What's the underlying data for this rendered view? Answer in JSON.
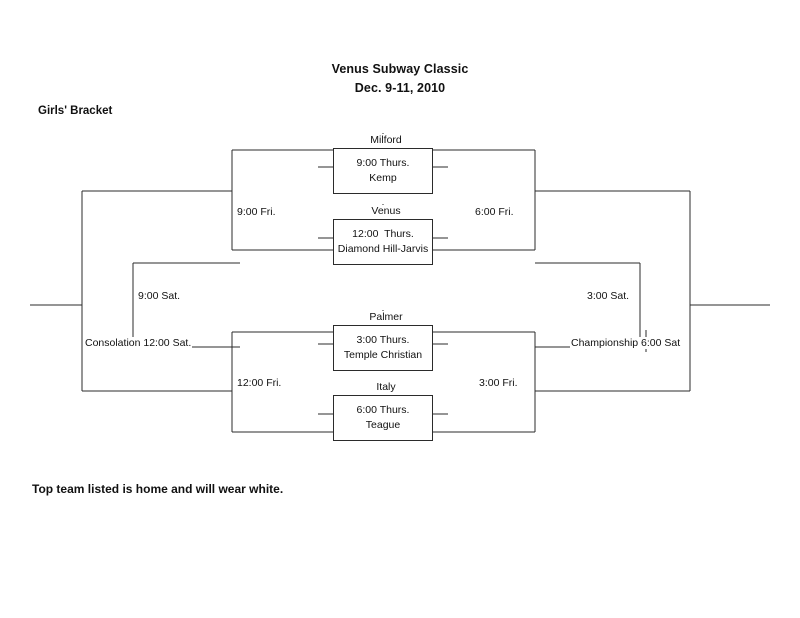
{
  "header": {
    "title": "Venus Subway Classic",
    "dates": "Dec. 9-11, 2010",
    "bracket_label": "Girls' Bracket"
  },
  "footnote": "Top team listed is home and will wear white.",
  "games": [
    {
      "id": "game-1",
      "top_team": "Milford",
      "time": "9:00 Thurs.",
      "bottom_team": "Kemp"
    },
    {
      "id": "game-2",
      "top_team": "Venus",
      "time": "12:00  Thurs.",
      "bottom_team": "Diamond Hill-Jarvis"
    },
    {
      "id": "game-3",
      "top_team": "Palmer",
      "time": "3:00 Thurs.",
      "bottom_team": "Temple Christian"
    },
    {
      "id": "game-4",
      "top_team": "Italy",
      "time": "6:00 Thurs.",
      "bottom_team": "Teague"
    }
  ],
  "rounds": {
    "upper_left": "9:00 Fri.",
    "upper_right": "6:00 Fri.",
    "lower_left": "12:00 Fri.",
    "lower_right": "3:00 Fri.",
    "consolation_semi": "9:00 Sat.",
    "third_place": "3:00 Sat.",
    "consolation_final": "Consolation 12:00 Sat.",
    "championship": "Championship 6:00 Sat"
  },
  "colors": {
    "line": "#2b2b2b",
    "text": "#111111",
    "background": "#ffffff"
  }
}
